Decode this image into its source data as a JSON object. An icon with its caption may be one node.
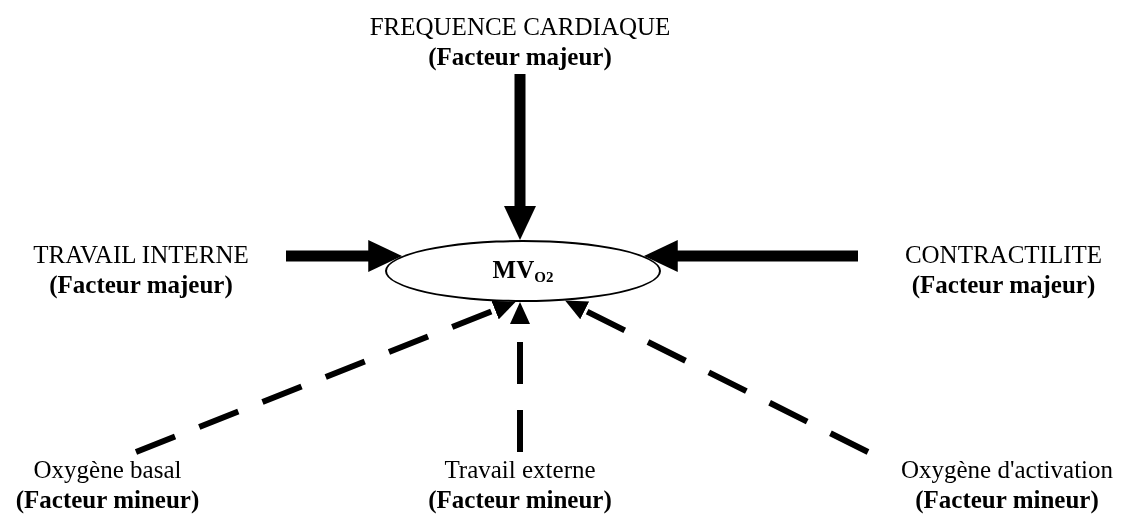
{
  "diagram": {
    "nodes": [
      {
        "text": [
          "MV$_{O2}$"
        ]
      },
      {
        "text": [
          "FREQUENCE CARDIAQUE",
          "(Facteur majeur)"
        ]
      },
      {
        "text": [
          "TRAVAIL INTERNE",
          "(Facteur majeur)"
        ]
      },
      {
        "text": [
          "CONTRACTILITE",
          "(Facteur majeur)"
        ]
      },
      {
        "text": [
          "Oxygène basal",
          "(Facteur mineur)"
        ]
      },
      {
        "text": [
          "Travail externe",
          "(Facteur mineur)"
        ]
      },
      {
        "text": [
          "Oxygène d'activation",
          "(Facteur mineur)"
        ]
      }
    ],
    "edges": [
      {
        "from": 1,
        "to": 0,
        "arrow": "to",
        "style": "thick"
      },
      {
        "from": 2,
        "to": 0,
        "arrow": "to",
        "style": "thick"
      },
      {
        "from": 3,
        "to": 0,
        "arrow": "to",
        "style": "thick"
      },
      {
        "from": 4,
        "to": 0,
        "arrow": "to",
        "style": "dashed"
      },
      {
        "from": 5,
        "to": 0,
        "arrow": "to",
        "style": "dashed"
      },
      {
        "from": 6,
        "to": 0,
        "arrow": "to",
        "style": "dashed"
      }
    ]
  }
}
